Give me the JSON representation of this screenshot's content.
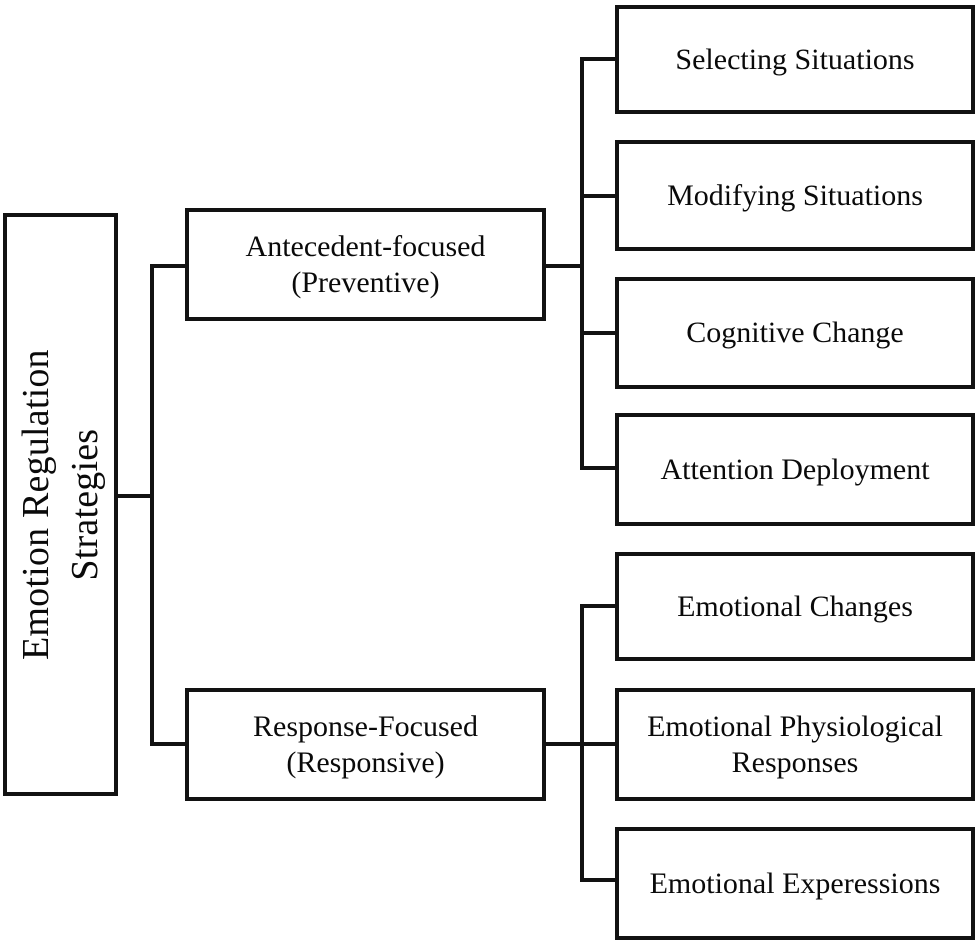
{
  "diagram": {
    "title": "Emotion Regulation Strategies",
    "type": "hierarchy-tree",
    "root": {
      "label": "Emotion Regulation\nStrategies",
      "orientation": "vertical-text"
    },
    "branches": [
      {
        "id": "antecedent",
        "label": "Antecedent-focused\n(Preventive)",
        "line1": "Antecedent-focused",
        "line2": "(Preventive)",
        "children": [
          {
            "id": "selecting-situations",
            "label": "Selecting Situations"
          },
          {
            "id": "modifying-situations",
            "label": "Modifying Situations"
          },
          {
            "id": "cognitive-change",
            "label": "Cognitive Change"
          },
          {
            "id": "attention-deployment",
            "label": "Attention Deployment"
          }
        ]
      },
      {
        "id": "response",
        "label": "Response-Focused\n(Responsive)",
        "line1": "Response-Focused",
        "line2": "(Responsive)",
        "children": [
          {
            "id": "emotional-changes",
            "label": "Emotional Changes"
          },
          {
            "id": "emotional-physiological-responses",
            "label": "Emotional Physiological Responses",
            "line1": "Emotional Physiological",
            "line2": "Responses"
          },
          {
            "id": "emotional-experessions",
            "label": "Emotional Experessions"
          }
        ]
      }
    ],
    "colors": {
      "border": "#121212",
      "background": "#ffffff",
      "text": "#0a0a0a"
    }
  }
}
